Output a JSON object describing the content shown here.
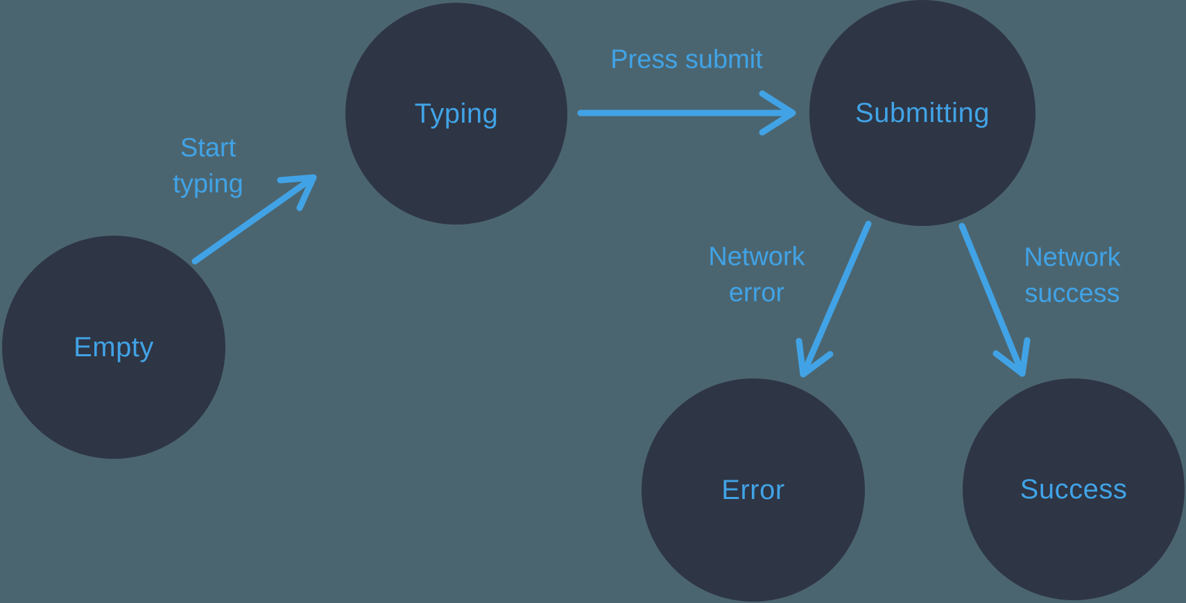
{
  "diagram_type": "state-machine",
  "colors": {
    "background": "#4b6570",
    "node_fill": "#2e3544",
    "accent_blue": "#41a3e6"
  },
  "nodes": [
    {
      "id": "empty",
      "label": "Empty"
    },
    {
      "id": "typing",
      "label": "Typing"
    },
    {
      "id": "submitting",
      "label": "Submitting"
    },
    {
      "id": "error",
      "label": "Error"
    },
    {
      "id": "success",
      "label": "Success"
    }
  ],
  "edges": [
    {
      "from": "empty",
      "to": "typing",
      "label": "Start\ntyping"
    },
    {
      "from": "typing",
      "to": "submitting",
      "label": "Press submit"
    },
    {
      "from": "submitting",
      "to": "error",
      "label": "Network\nerror"
    },
    {
      "from": "submitting",
      "to": "success",
      "label": "Network\nsuccess"
    }
  ]
}
